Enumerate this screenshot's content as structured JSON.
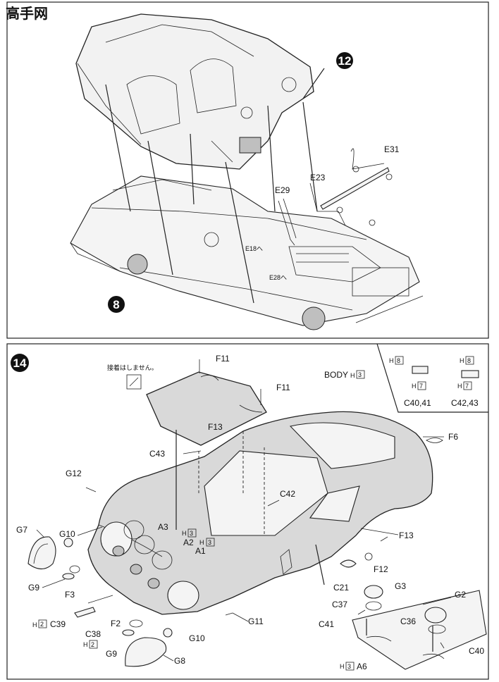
{
  "watermark": {
    "text": "高手网"
  },
  "step_top": {
    "number": "12",
    "ref_number": "8",
    "labels": {
      "e31": "E31",
      "e29": "E29",
      "e23": "E23",
      "e18": "E18へ",
      "e28": "E28へ"
    }
  },
  "step_bottom": {
    "number": "14",
    "note": "接着はしません。",
    "body_label": "BODY",
    "body_paint": "3",
    "inset": {
      "left": {
        "top_paint": "8",
        "bottom_paint": "7",
        "caption": "C40,41"
      },
      "right": {
        "top_paint": "8",
        "bottom_paint": "7",
        "caption": "C42,43"
      },
      "paint_prefix": "H"
    },
    "labels": {
      "f11a": "F11",
      "f11b": "F11",
      "f13a": "F13",
      "f13b": "F13",
      "f6": "F6",
      "c43": "C43",
      "c42": "C42",
      "g12": "G12",
      "g7": "G7",
      "g10a": "G10",
      "g9a": "G9",
      "f3": "F3",
      "a3": "A3",
      "a2": "A2",
      "a1": "A1",
      "f12": "F12",
      "c21": "C21",
      "g3": "G3",
      "g2": "G2",
      "c37": "C37",
      "c36": "C36",
      "c41": "C41",
      "c40": "C40",
      "a6": "A6",
      "c39": "C39",
      "c38": "C38",
      "f2": "F2",
      "g9b": "G9",
      "g10b": "G10",
      "g8": "G8",
      "g11": "G11"
    },
    "paint_codes": {
      "a2": "3",
      "a2b": "3",
      "c39": "2",
      "c38": "2",
      "a6": "3",
      "prefix": "H"
    }
  },
  "colors": {
    "ink": "#111111",
    "body_fill": "#d9d9d9",
    "watermark_red": "#d62a1e",
    "watermark_blue": "#1b6fd1"
  }
}
